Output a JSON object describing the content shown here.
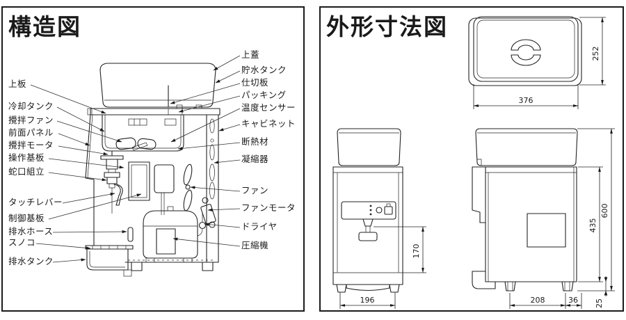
{
  "left_panel": {
    "title": "構造図",
    "labels_left": [
      "上板",
      "冷却タンク",
      "攪拌ファン",
      "前面パネル",
      "攪拌モータ",
      "操作基板",
      "蛇口組立",
      "タッチレバー",
      "制御基板",
      "排水ホース",
      "スノコ",
      "排水タンク"
    ],
    "labels_right": [
      "上蓋",
      "貯水タンク",
      "仕切板",
      "パッキング",
      "温度センサー",
      "キャビネット",
      "断熱材",
      "凝縮器",
      "ファン",
      "ファンモータ",
      "ドライヤ",
      "圧縮機"
    ]
  },
  "right_panel": {
    "title": "外形寸法図",
    "dims": {
      "top_view_depth": "252",
      "top_view_width": "376",
      "spout_height": "170",
      "front_width": "196",
      "overall_height": "600",
      "body_height": "435",
      "foot_span": "208",
      "foot_back_offset": "36",
      "foot_height": "25"
    }
  },
  "colors": {
    "line": "#1a1a1a",
    "background": "#ffffff"
  }
}
